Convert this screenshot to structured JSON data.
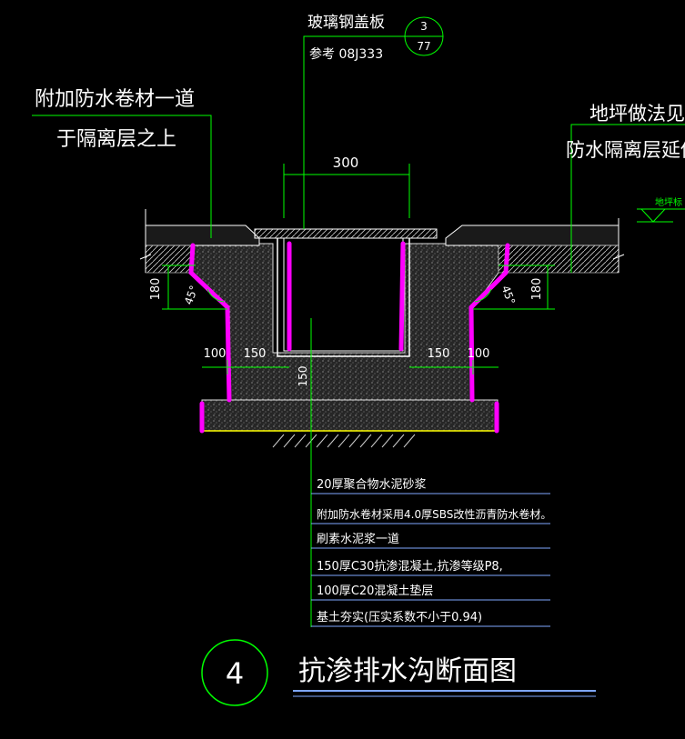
{
  "colors": {
    "background": "#000000",
    "line_green": "#00ff00",
    "text_white": "#ffffff",
    "callout_blue": "#7fa7ff",
    "membrane_magenta": "#ff00ff",
    "base_yellow": "#ffff00",
    "concrete_fill": "#2b2b2b"
  },
  "labels": {
    "cover_name": "玻璃钢盖板",
    "cover_ref": "参考 08J333",
    "ref_circle_top": "3",
    "ref_circle_bottom": "77",
    "left_note_1": "附加防水卷材一道",
    "left_note_2": "于隔离层之上",
    "right_note_1": "地坪做法见",
    "right_note_2": "防水隔离层延伸",
    "right_floor_tag": "地坪标"
  },
  "dimensions": {
    "top_width": "300",
    "left_height": "180",
    "right_height": "180",
    "left_angle": "45°",
    "right_angle": "45°",
    "left_outer": "100",
    "left_inner": "150",
    "right_inner": "150",
    "right_outer": "100",
    "bottom_thickness": "150"
  },
  "layers": [
    "20厚聚合物水泥砂浆",
    "附加防水卷材采用4.0厚SBS改性沥青防水卷材。",
    "刷素水泥浆一道",
    "150厚C30抗渗混凝土,抗渗等级P8,",
    "100厚C20混凝土垫层",
    "基土夯实(压实系数不小于0.94)"
  ],
  "title": {
    "number": "4",
    "text": "抗渗排水沟断面图"
  }
}
